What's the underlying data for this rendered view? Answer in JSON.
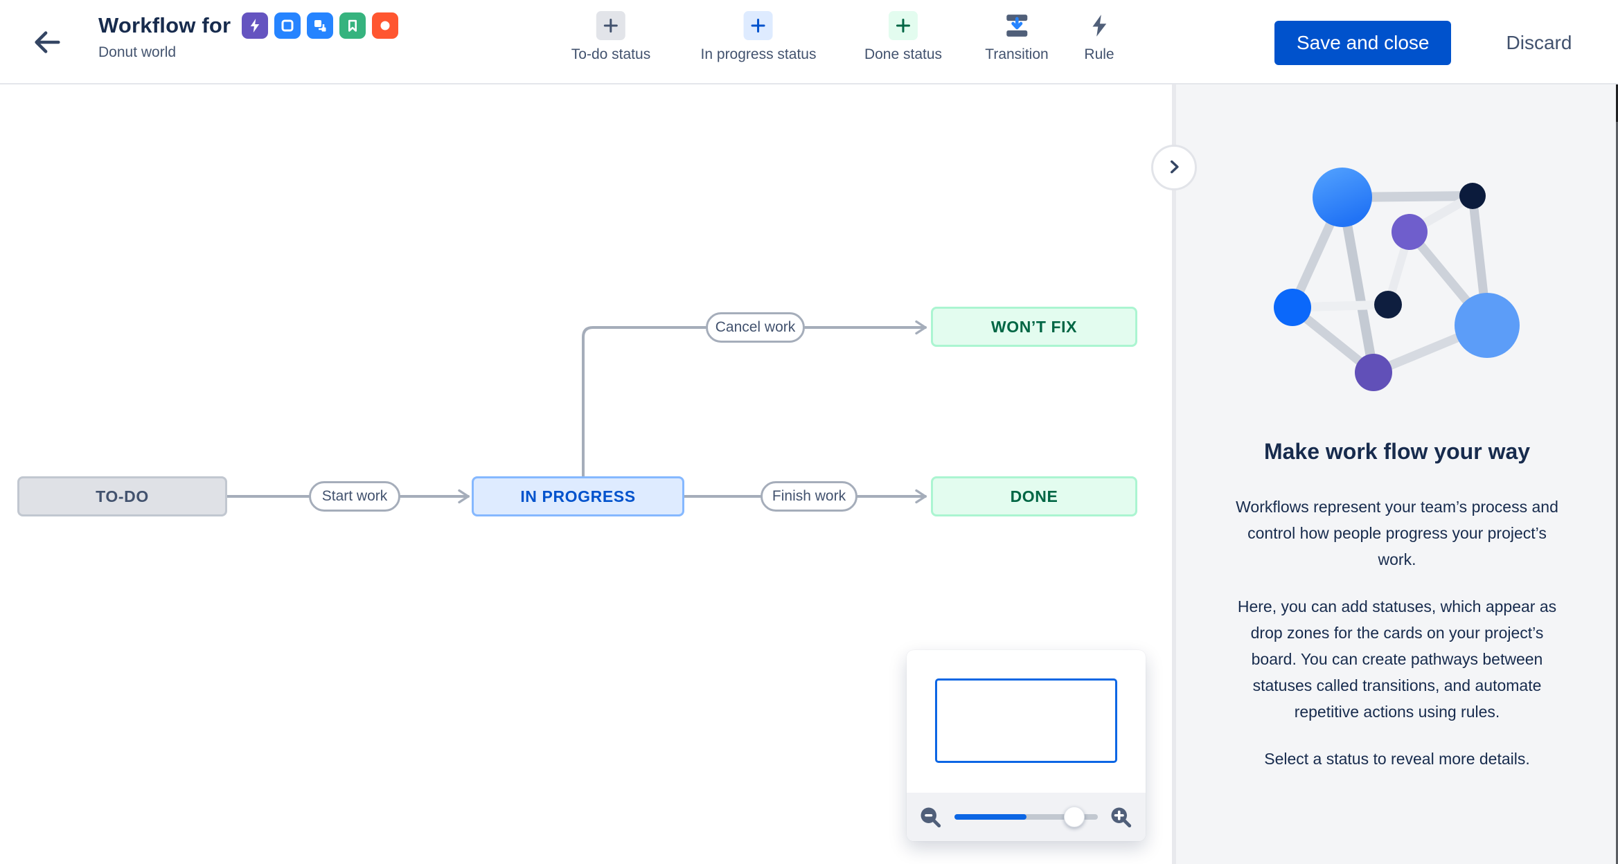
{
  "header": {
    "title": "Workflow for",
    "subtitle": "Donut world",
    "issue_types": [
      {
        "icon": "bolt-icon",
        "color": "#6554C0"
      },
      {
        "icon": "story-icon",
        "color": "#2684FF"
      },
      {
        "icon": "subtask-icon",
        "color": "#2684FF"
      },
      {
        "icon": "bookmark-icon",
        "color": "#36B37E"
      },
      {
        "icon": "circle-icon",
        "color": "#FF5630"
      }
    ],
    "toolbar": [
      {
        "label": "To-do status",
        "icon": "plus-icon",
        "icon_bg": "#E2E4E9",
        "icon_color": "#42526E"
      },
      {
        "label": "In progress status",
        "icon": "plus-icon",
        "icon_bg": "#DEEBFF",
        "icon_color": "#0052CC"
      },
      {
        "label": "Done status",
        "icon": "plus-icon",
        "icon_bg": "#E3FCEF",
        "icon_color": "#006644"
      },
      {
        "label": "Transition",
        "icon": "transition-icon",
        "icon_color": "#505F79",
        "arrow_color": "#2684FF"
      },
      {
        "label": "Rule",
        "icon": "lightning-icon",
        "icon_color": "#505F79"
      }
    ],
    "actions": {
      "save": "Save and close",
      "discard": "Discard"
    },
    "accent_color": "#0052CC"
  },
  "canvas": {
    "statuses": [
      {
        "label": "TO-DO",
        "category": "todo"
      },
      {
        "label": "IN PROGRESS",
        "category": "in-progress"
      },
      {
        "label": "DONE",
        "category": "done"
      },
      {
        "label": "WON’T FIX",
        "category": "done"
      }
    ],
    "transitions": [
      {
        "label": "Start work",
        "from": "TO-DO",
        "to": "IN PROGRESS"
      },
      {
        "label": "Finish work",
        "from": "IN PROGRESS",
        "to": "DONE"
      },
      {
        "label": "Cancel work",
        "from": "IN PROGRESS",
        "to": "WON’T FIX"
      }
    ],
    "status_colors": {
      "todo": {
        "bg": "#DFE1E6",
        "border": "#C1C7D0",
        "text": "#42526E"
      },
      "in_progress": {
        "bg": "#DEEBFF",
        "border": "#85B8FF",
        "text": "#0052CC"
      },
      "done": {
        "bg": "#E3FCEF",
        "border": "#ABF5D1",
        "text": "#006644"
      }
    },
    "edge_color": "#A5ADBA"
  },
  "minimap": {
    "zoom_out_icon": "magnifier-minus-icon",
    "zoom_in_icon": "magnifier-plus-icon",
    "slider_fill_color": "#0C66E4",
    "viewport_border_color": "#0C66E4"
  },
  "panel": {
    "toggle_icon": "chevron-right-icon",
    "heading": "Make work flow your way",
    "paragraphs": [
      "Workflows represent your team’s process and control how people progress your project’s work.",
      "Here, you can add statuses, which appear as drop zones for the cards on your project’s board. You can create pathways between statuses called transitions, and automate repetitive actions using rules.",
      "Select a status to reveal more details."
    ]
  }
}
